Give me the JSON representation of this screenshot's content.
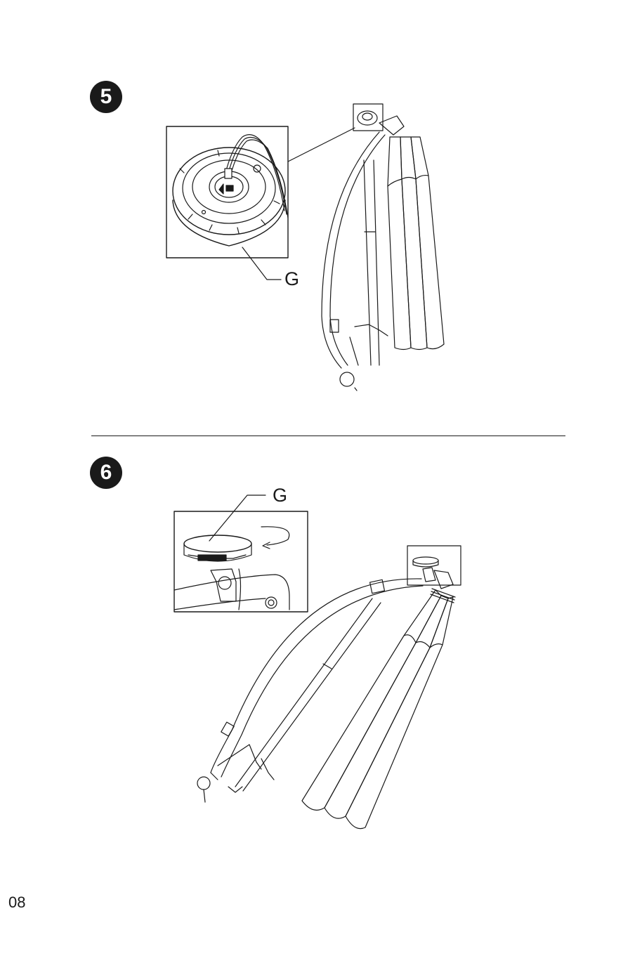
{
  "steps": [
    {
      "number": "5",
      "callout": "G"
    },
    {
      "number": "6",
      "callout": "G"
    }
  ],
  "page": {
    "number": "08"
  }
}
